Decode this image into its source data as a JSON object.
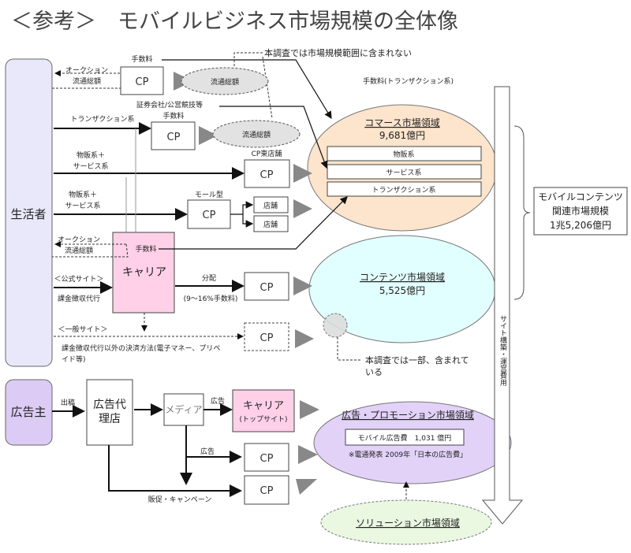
{
  "title": "＜参考＞　モバイルビジネス市場規模の全体像",
  "actors": {
    "consumer": "生活者",
    "advertiser": "広告主"
  },
  "labels": {
    "fee": "手数料",
    "auction": "オークション",
    "gross": "流通総額",
    "not_included": "本調査では市場規模範囲に含まれない",
    "securities": "証券会社/公営競技等",
    "transaction": "トランザクション系",
    "fee_transaction": "手数料(トランザクション系)",
    "goods1": "物販系＋",
    "service1": "サービス系",
    "cp_store": "CP東店舗",
    "mall": "モール型",
    "store": "店舗",
    "official": "＜公式サイト＞",
    "billing": "課金徴収代行",
    "distribution": "分配",
    "dist_rate": "(9〜16%手数料)",
    "general": "＜一般サイト＞",
    "other_pay1": "課金徴収代行以外の決済方法(電子マネー、プリペ",
    "other_pay2": "イド等)",
    "partial1": "本調査では一部、含まれて",
    "partial2": "いる",
    "carrier": "キャリア",
    "cp": "CP",
    "placement": "出稿",
    "agency1": "広告代",
    "agency2": "理店",
    "media": "メディア",
    "ad": "広告",
    "carrier_top1": "キャリア",
    "carrier_top2": "(トップサイト)",
    "promo": "販促・キャンペーン",
    "site_cost": "サイト構築・運営費用"
  },
  "markets": {
    "commerce": {
      "title": "コマース市場領域",
      "value": "9,681億円",
      "items": [
        "物販系",
        "サービス系",
        "トランザクション系"
      ]
    },
    "contents": {
      "title": "コンテンツ市場領域",
      "value": "5,525億円"
    },
    "ad": {
      "title": "広告・プロモーション市場領域",
      "value": "モバイル広告費　1,031 億円",
      "note": "※電通発表 2009年「日本の広告費」"
    },
    "solution": {
      "title": "ソリューション市場領域"
    }
  },
  "total": {
    "line1": "モバイルコンテンツ",
    "line2": "関連市場規模",
    "line3": "1兆5,206億円"
  },
  "colors": {
    "consumer": "#e8e8fa",
    "advertiser": "#dccbf4",
    "carrier": "#ffd0e8",
    "commerce": "#fde4cc",
    "contents": "#e2ffff",
    "ad": "#e2d2f8",
    "solution": "#eaf8e2"
  }
}
